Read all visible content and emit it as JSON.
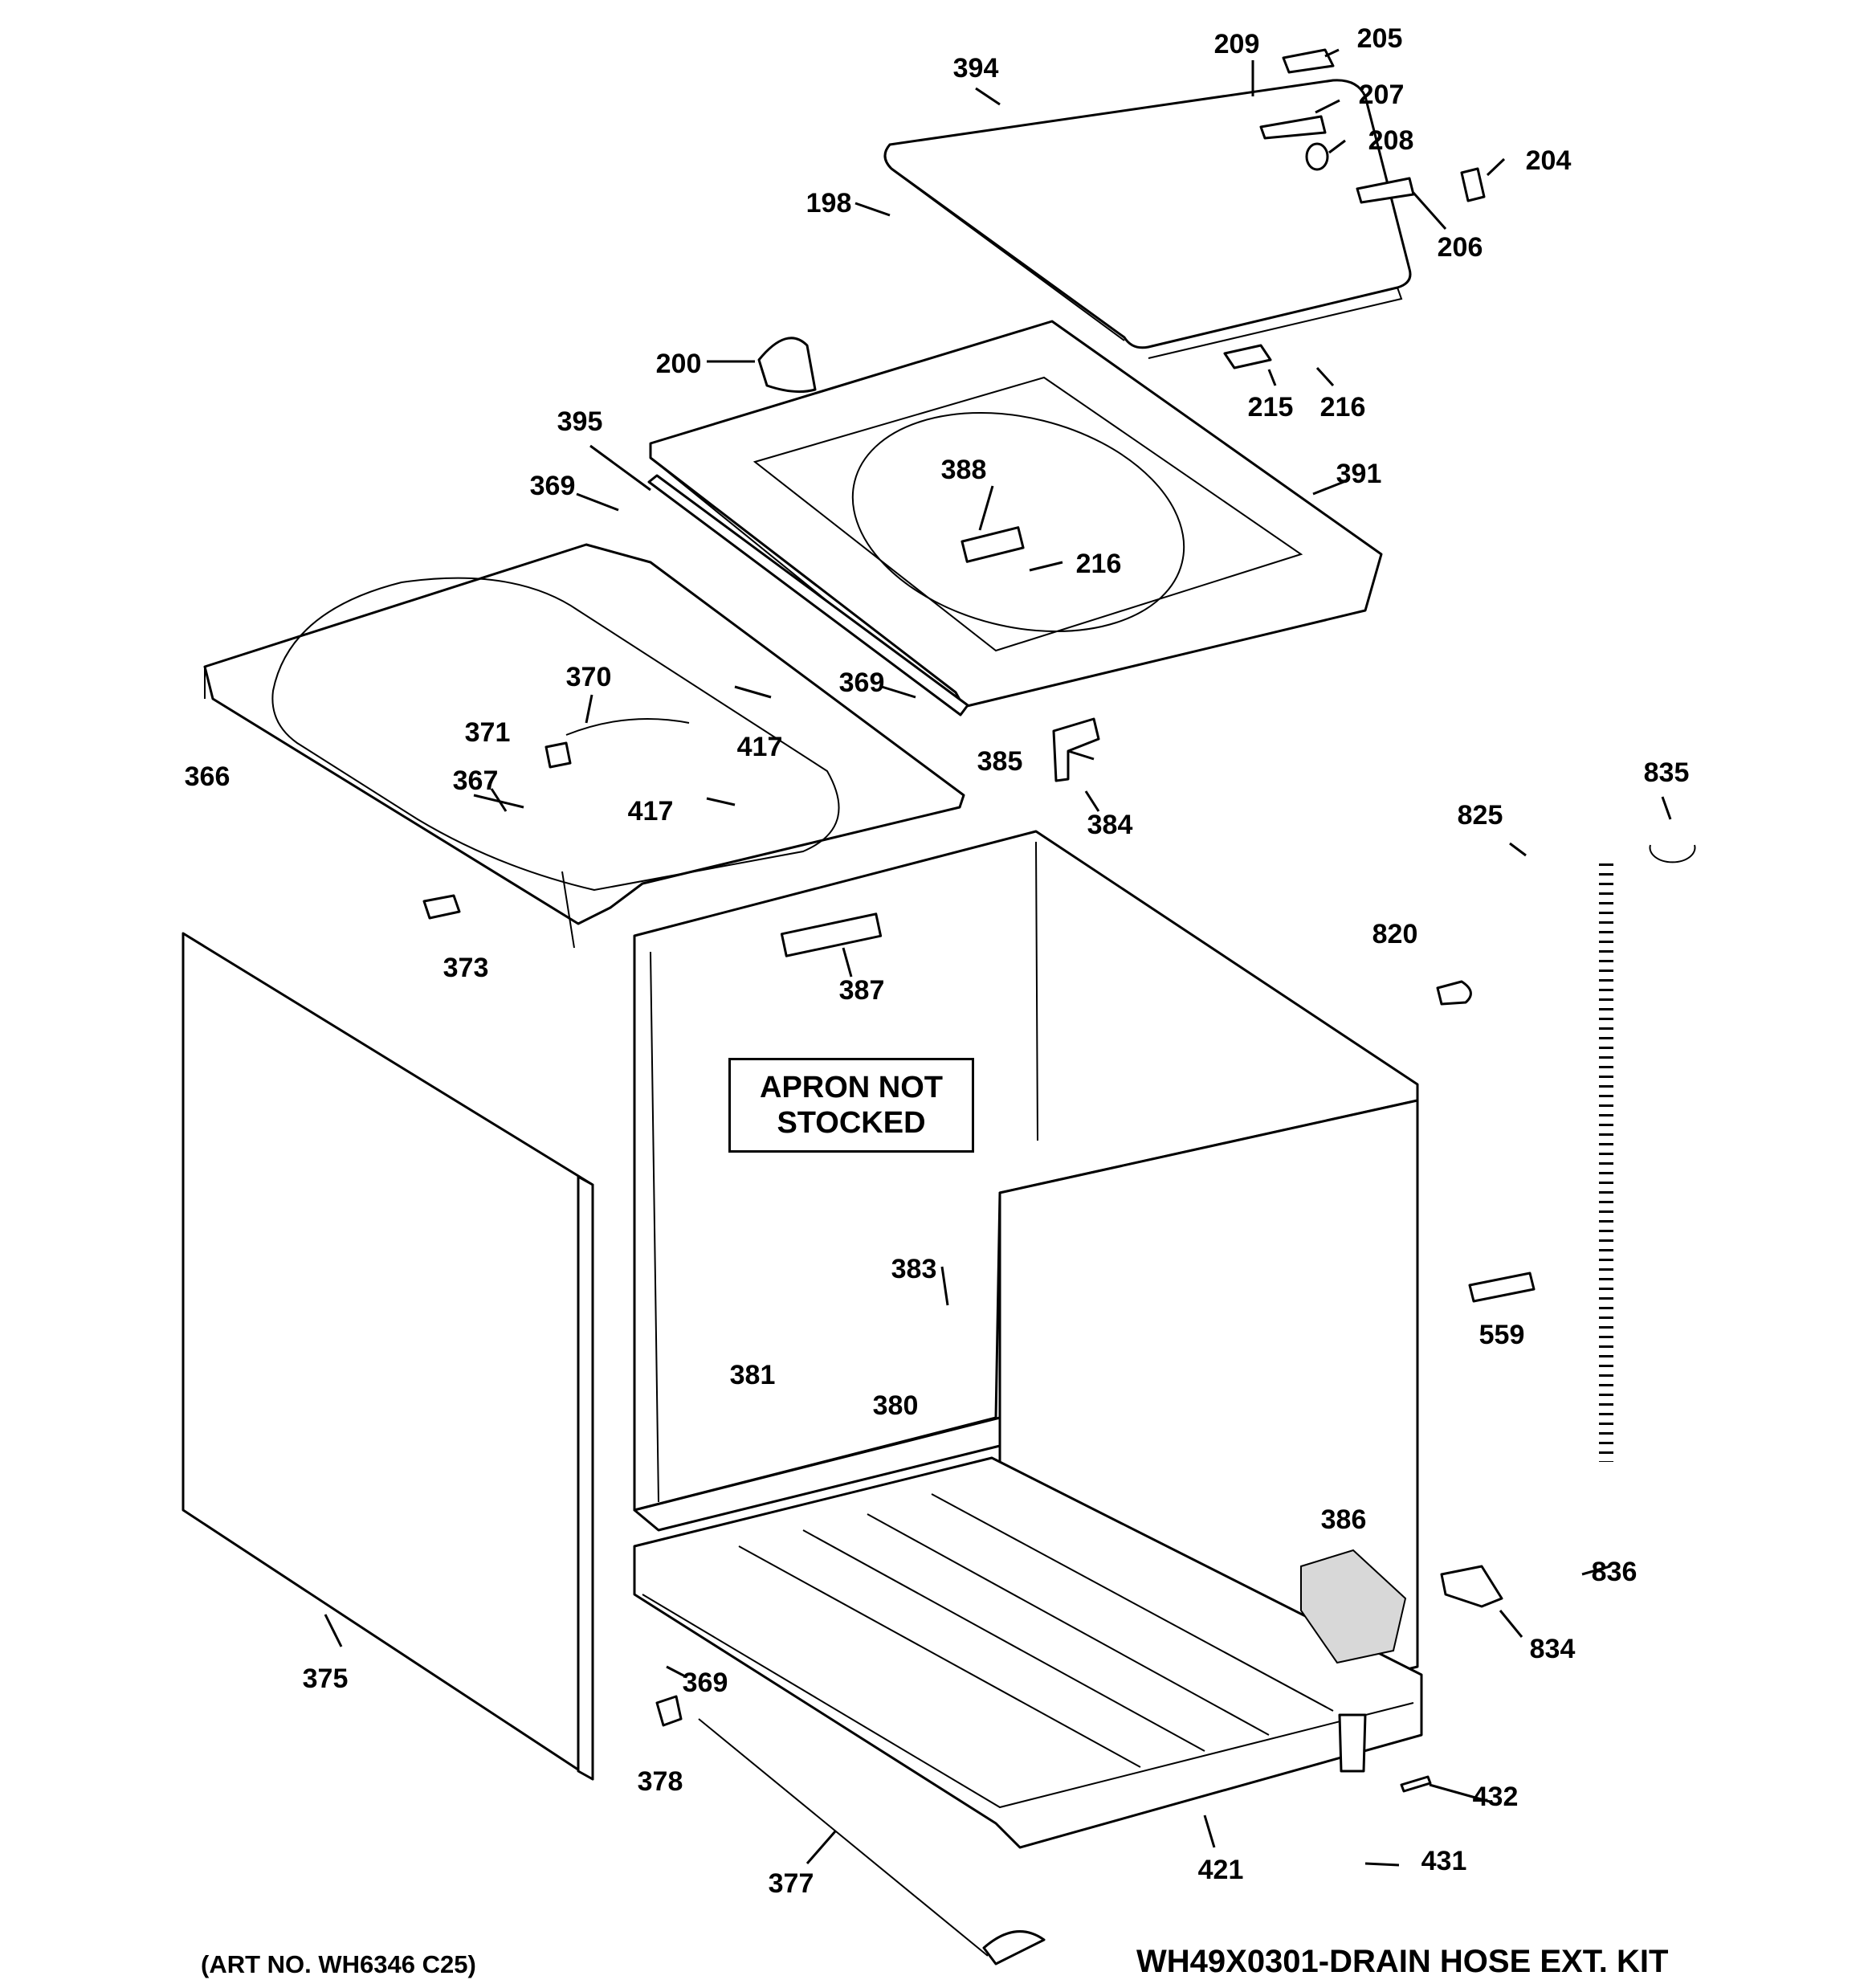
{
  "callouts": [
    {
      "id": "394",
      "label": "394"
    },
    {
      "id": "209",
      "label": "209"
    },
    {
      "id": "205",
      "label": "205"
    },
    {
      "id": "207",
      "label": "207"
    },
    {
      "id": "208",
      "label": "208"
    },
    {
      "id": "204",
      "label": "204"
    },
    {
      "id": "198",
      "label": "198"
    },
    {
      "id": "206",
      "label": "206"
    },
    {
      "id": "200",
      "label": "200"
    },
    {
      "id": "215",
      "label": "215"
    },
    {
      "id": "216a",
      "label": "216"
    },
    {
      "id": "395",
      "label": "395"
    },
    {
      "id": "369a",
      "label": "369"
    },
    {
      "id": "391",
      "label": "391"
    },
    {
      "id": "388",
      "label": "388"
    },
    {
      "id": "216b",
      "label": "216"
    },
    {
      "id": "370",
      "label": "370"
    },
    {
      "id": "369b",
      "label": "369"
    },
    {
      "id": "371",
      "label": "371"
    },
    {
      "id": "417a",
      "label": "417"
    },
    {
      "id": "366",
      "label": "366"
    },
    {
      "id": "367",
      "label": "367"
    },
    {
      "id": "417b",
      "label": "417"
    },
    {
      "id": "385",
      "label": "385"
    },
    {
      "id": "384",
      "label": "384"
    },
    {
      "id": "835",
      "label": "835"
    },
    {
      "id": "825",
      "label": "825"
    },
    {
      "id": "373",
      "label": "373"
    },
    {
      "id": "820",
      "label": "820"
    },
    {
      "id": "387",
      "label": "387"
    },
    {
      "id": "383",
      "label": "383"
    },
    {
      "id": "559",
      "label": "559"
    },
    {
      "id": "381",
      "label": "381"
    },
    {
      "id": "380",
      "label": "380"
    },
    {
      "id": "386",
      "label": "386"
    },
    {
      "id": "836",
      "label": "836"
    },
    {
      "id": "834",
      "label": "834"
    },
    {
      "id": "375",
      "label": "375"
    },
    {
      "id": "369c",
      "label": "369"
    },
    {
      "id": "378",
      "label": "378"
    },
    {
      "id": "432",
      "label": "432"
    },
    {
      "id": "431",
      "label": "431"
    },
    {
      "id": "421",
      "label": "421"
    },
    {
      "id": "377",
      "label": "377"
    }
  ],
  "notes": {
    "apron_line1": "APRON NOT",
    "apron_line2": "STOCKED",
    "art_number": "(ART NO. WH6346 C25)",
    "kit": "WH49X0301-DRAIN HOSE EXT. KIT"
  }
}
